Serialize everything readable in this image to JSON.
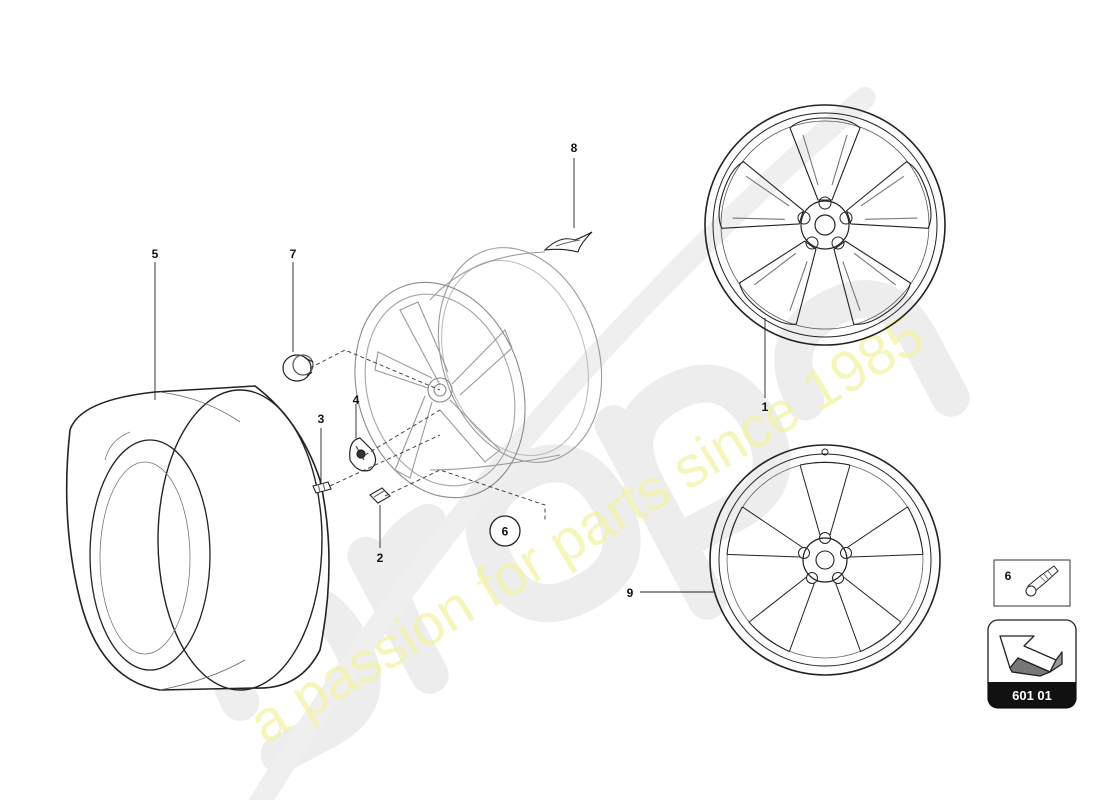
{
  "diagram": {
    "callouts": {
      "wheel_front": "1",
      "valve_stem": "2",
      "valve_screw": "3",
      "tpms_sensor": "4",
      "tyre": "5",
      "bolt_ring": "6",
      "hub_cap": "7",
      "emblem": "8",
      "wheel_alt": "9"
    },
    "detail_box": {
      "label": "6"
    },
    "reference_badge": {
      "code": "601 01"
    },
    "watermark": {
      "text": "a passion for parts since 1985"
    }
  }
}
